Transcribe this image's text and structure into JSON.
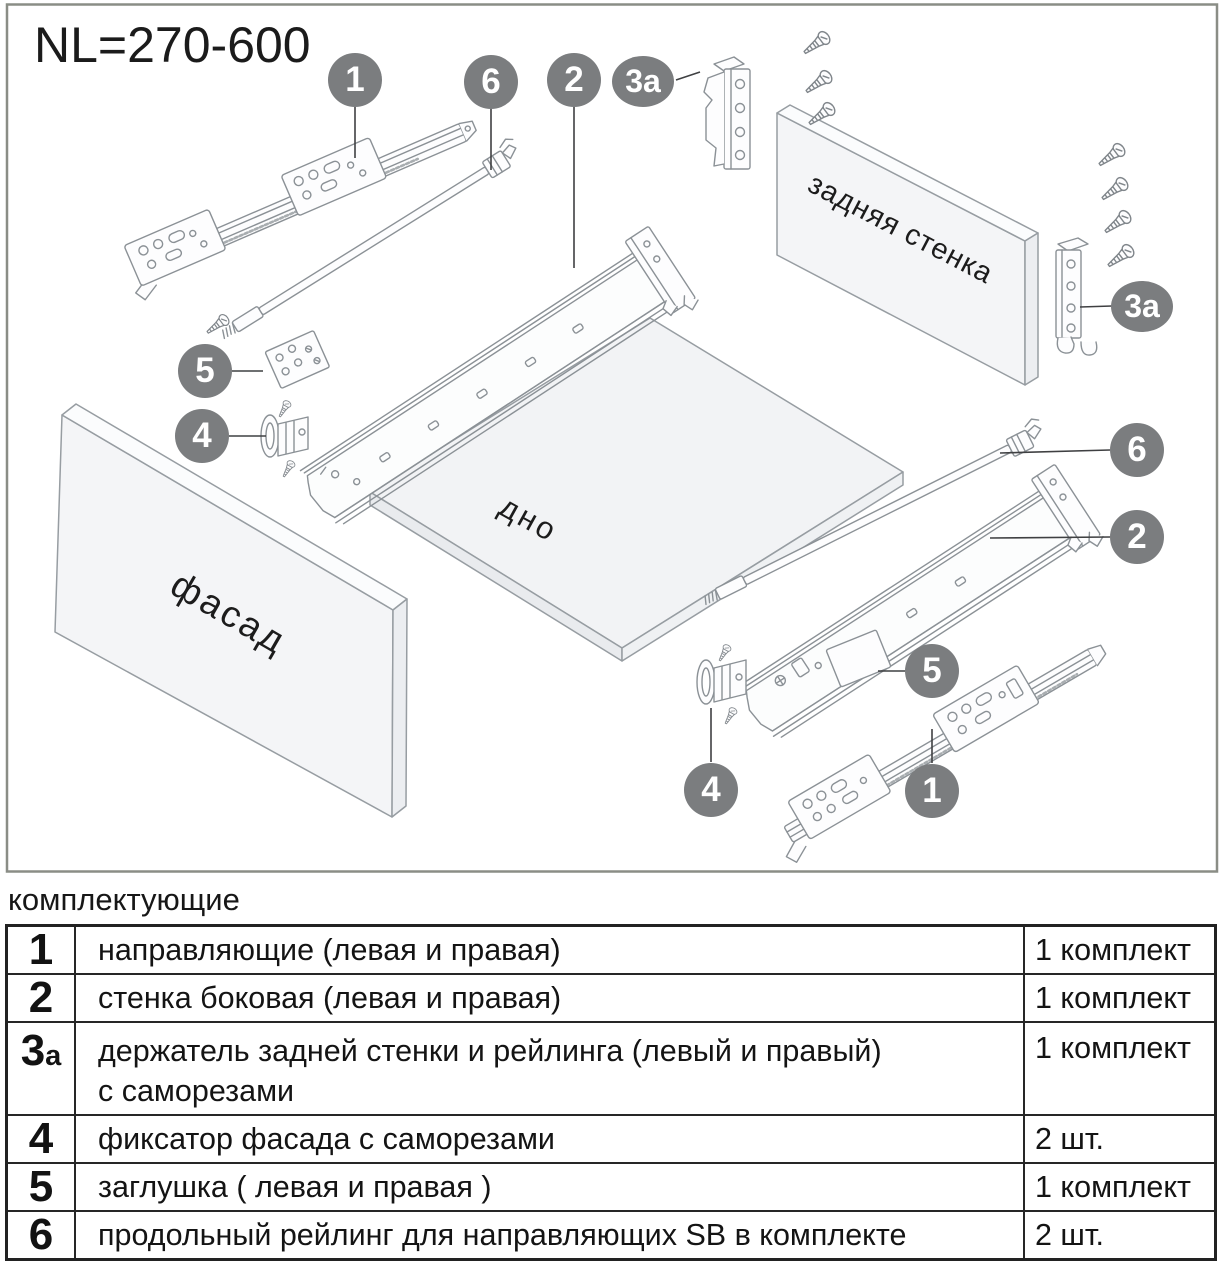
{
  "title": "NL=270-600",
  "section_label": "комплектующие",
  "diagram": {
    "labels": {
      "back_wall": "задняя стенка",
      "bottom": "дно",
      "front_panel": "фасад"
    },
    "callout_labels": {
      "n1": "1",
      "n2": "2",
      "n3a": "3а",
      "n4": "4",
      "n5": "5",
      "n6": "6"
    },
    "callout_color": "#7b7d7f"
  },
  "parts_table": {
    "rows": [
      {
        "num": "1",
        "desc": "направляющие (левая и правая)",
        "qty": "1 комплект"
      },
      {
        "num": "2",
        "desc": "стенка боковая (левая и правая)",
        "qty": "1 комплект"
      },
      {
        "num": "3",
        "num_suffix": "а",
        "desc": "держатель задней стенки и рейлинга (левый и правый)",
        "desc_line2": "с саморезами",
        "qty": "1 комплект"
      },
      {
        "num": "4",
        "desc": "фиксатор фасада с саморезами",
        "qty": "2 шт."
      },
      {
        "num": "5",
        "desc": "заглушка ( левая и правая )",
        "qty": "1 комплект"
      },
      {
        "num": "6",
        "desc": "продольный рейлинг для направляющих SB в комплекте",
        "qty": "2 шт."
      }
    ]
  }
}
